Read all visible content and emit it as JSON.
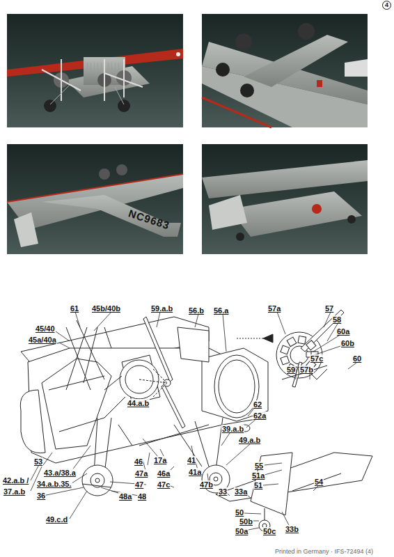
{
  "diagram": {
    "labels": [
      "4",
      "NC9683",
      "61",
      "45b/40b",
      "59.a.b",
      "56.b",
      "56.a",
      "57a",
      "57",
      "58",
      "60a",
      "60b",
      "60",
      "57c",
      "57b",
      "59",
      "45/40",
      "45a/40a",
      "44.a.b",
      "62",
      "62a",
      "39.a.b",
      "49.a.b",
      "42.a.b /",
      "37.a.b",
      "53",
      "43.a/38.a",
      "34.a.b.35.",
      "36",
      "49.c.d",
      "46",
      "17a",
      "41",
      "47a",
      "46a",
      "41a",
      "47",
      "47c",
      "47b",
      "48a",
      "48",
      "55",
      "51a",
      "51",
      "54",
      "33",
      "33a",
      "50",
      "50b",
      "50a",
      "50c",
      "33b",
      "Printed in Germany · IFS-72494 (4)"
    ]
  }
}
